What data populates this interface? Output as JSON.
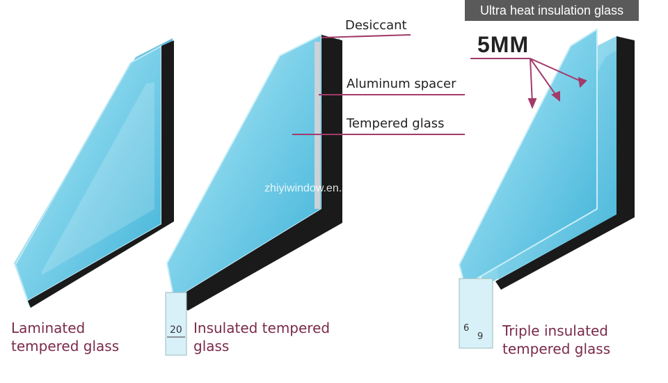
{
  "banner": "Ultra heat insulation glass",
  "watermark": "zhiyiwindow.en.alibaba.com",
  "thickness_label": "5MM",
  "callouts": {
    "desiccant": "Desiccant",
    "spacer": "Aluminum spacer",
    "tempered": "Tempered glass"
  },
  "panels": [
    {
      "line1": "Laminated",
      "line2": "tempered glass"
    },
    {
      "line1": "Insulated tempered",
      "line2": "glass",
      "gap": "20"
    },
    {
      "line1": "Triple insulated",
      "line2": "tempered glass",
      "gap1": "6",
      "gap2": "9"
    }
  ],
  "colors": {
    "glass_light": "#bfe9f5",
    "glass_mid": "#6cc9e6",
    "glass_deep": "#2aa6cf",
    "frame_dark": "#1a1a1a",
    "label": "#7a2a4a",
    "arrow": "#a23a6a"
  }
}
